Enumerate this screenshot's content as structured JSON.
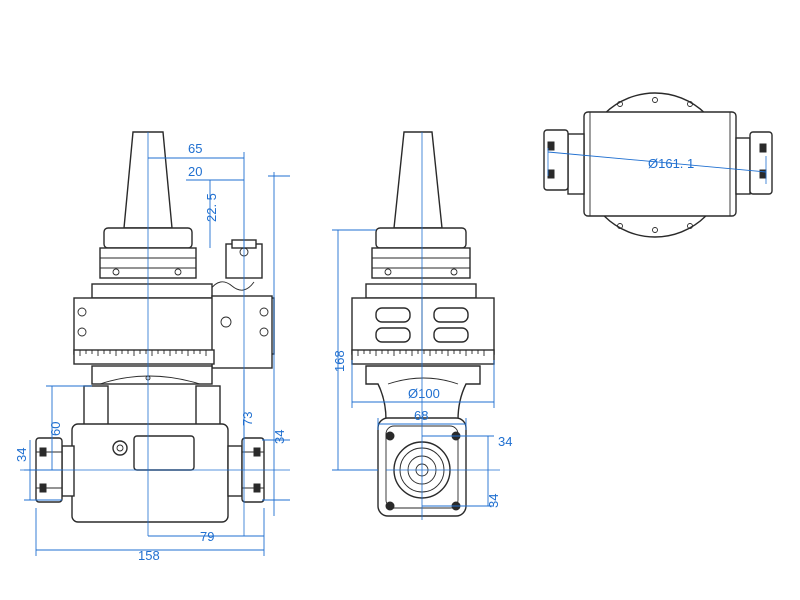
{
  "dimensions": {
    "d65": "65",
    "d20": "20",
    "d22_5": "22. 5",
    "d60": "60",
    "d73": "73",
    "d34_left": "34",
    "d34_right": "34",
    "d79": "79",
    "d158": "158",
    "d168": "168",
    "d100": "Ø100",
    "d68": "68",
    "d34_front_top": "34",
    "d34_front_bottom": "34",
    "d161": "Ø161. 1"
  },
  "colors": {
    "outline": "#2a2a2a",
    "dimension": "#1f6fd0",
    "background": "#ffffff"
  },
  "icons": [
    "hex-socket-screw-icon",
    "locking-nut-icon",
    "graduated-scale-icon"
  ]
}
